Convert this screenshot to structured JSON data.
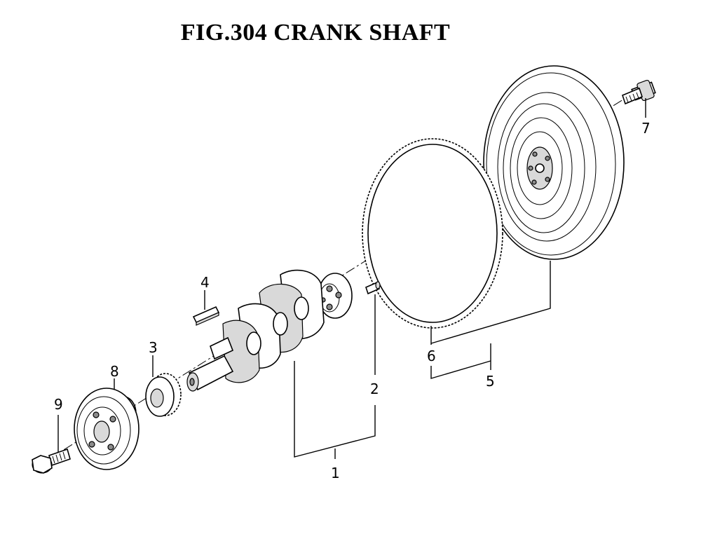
{
  "title": "FIG.304  CRANK SHAFT",
  "callouts": [
    "1",
    "2",
    "3",
    "4",
    "5",
    "6",
    "7",
    "8",
    "9"
  ]
}
